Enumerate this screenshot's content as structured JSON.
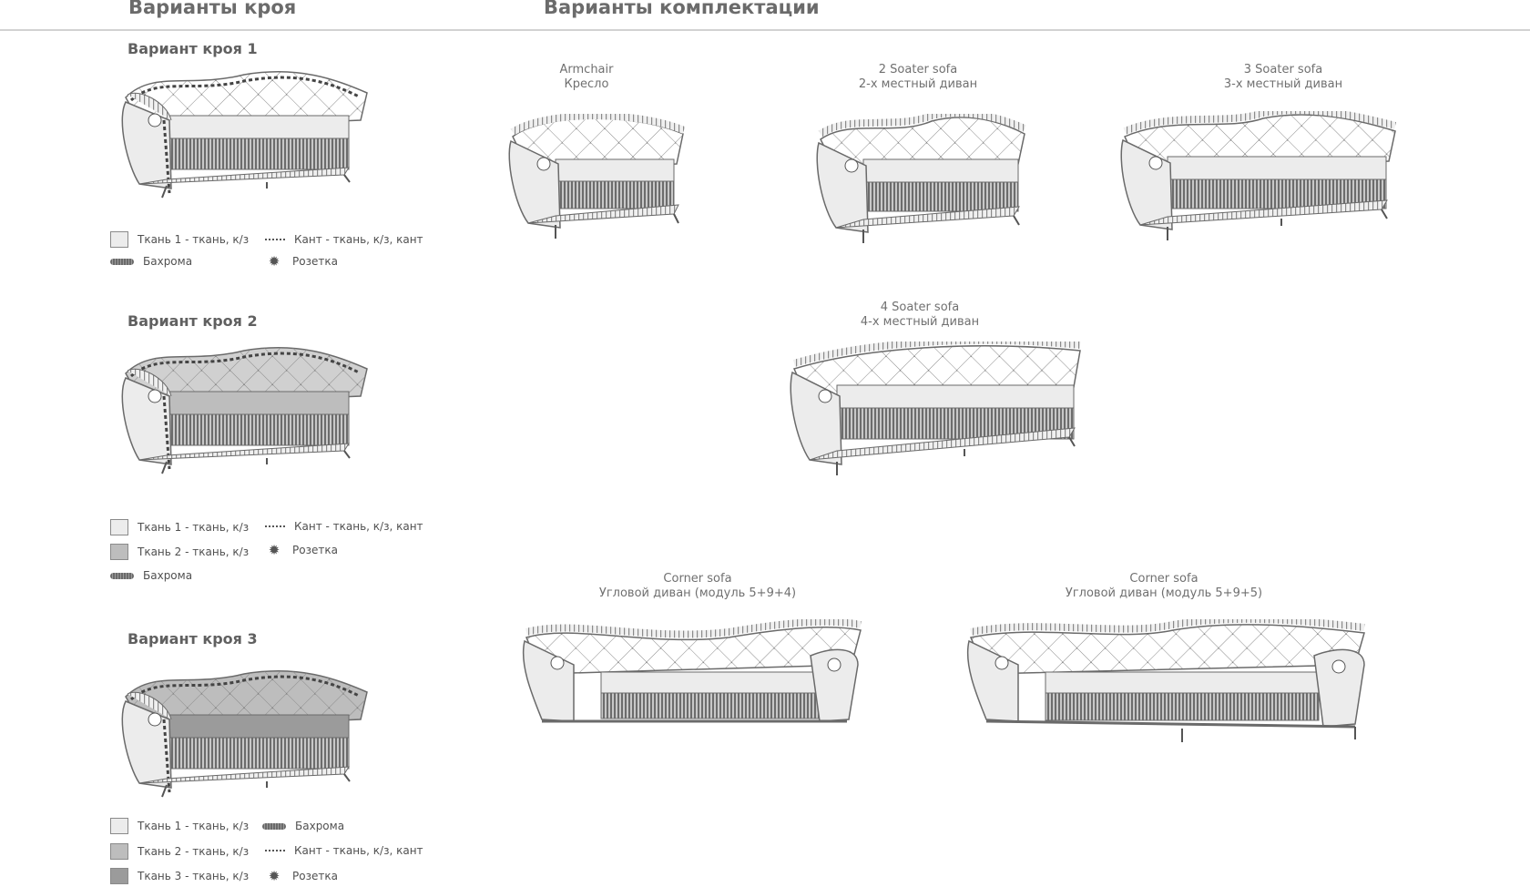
{
  "headers": {
    "cut_variants": "Варианты кроя",
    "configurations": "Варианты комплектации"
  },
  "variants": [
    {
      "title": "Вариант кроя 1",
      "legend": {
        "fabric1": "Ткань 1 - ткань, к/з",
        "piping": "Кант - ткань, к/з, кант",
        "fringe": "Бахрома",
        "rosette": "Розетка"
      }
    },
    {
      "title": "Вариант кроя 2",
      "legend": {
        "fabric1": "Ткань 1 - ткань, к/з",
        "fabric2": "Ткань 2 - ткань, к/з",
        "piping": "Кант - ткань, к/з, кант",
        "fringe": "Бахрома",
        "rosette": "Розетка"
      }
    },
    {
      "title": "Вариант кроя 3",
      "legend": {
        "fabric1": "Ткань 1 - ткань, к/з",
        "fabric2": "Ткань 2 - ткань, к/з",
        "fabric3": "Ткань 3 - ткань, к/з",
        "piping": "Кант - ткань, к/з, кант",
        "fringe": "Бахрома",
        "rosette": "Розетка"
      }
    }
  ],
  "products": {
    "armchair": {
      "en": "Armchair",
      "ru": "Кресло"
    },
    "sofa2": {
      "en": "2 Soater sofa",
      "ru": "2-х местный диван"
    },
    "sofa3": {
      "en": "3 Soater sofa",
      "ru": "3-х местный диван"
    },
    "sofa4": {
      "en": "4 Soater sofa",
      "ru": "4-х местный диван"
    },
    "corner1": {
      "en": "Corner sofa",
      "ru": "Угловой диван (модуль 5+9+4)"
    },
    "corner2": {
      "en": "Corner sofa",
      "ru": "Угловой диван (модуль 5+9+5)"
    }
  },
  "colors": {
    "fabric1": "#ececec",
    "fabric2": "#bdbdbd",
    "fabric3": "#9b9b9b",
    "outline": "#6a6a6a",
    "fringe": "#7a7a7a",
    "rule": "#d2d2d2"
  }
}
